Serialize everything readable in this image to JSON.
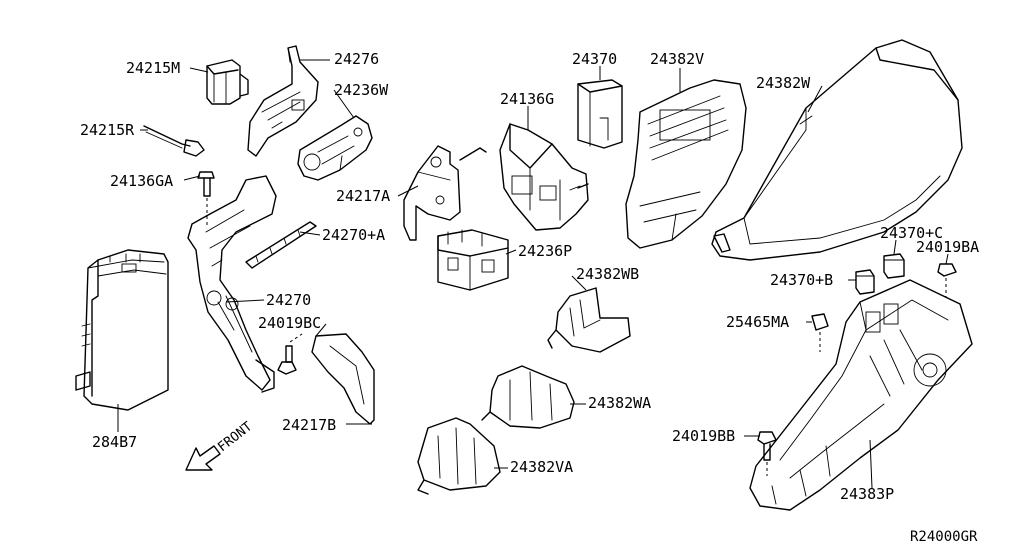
{
  "diagram": {
    "reference_code": "R24000GR",
    "direction_label": "FRONT",
    "callouts": [
      "24215M",
      "24276",
      "24236W",
      "24215R",
      "24136GA",
      "24270+A",
      "24270",
      "24019BC",
      "24217B",
      "284B7",
      "24136G",
      "24217A",
      "24236P",
      "24370",
      "24382V",
      "24382W",
      "24382WB",
      "24382WA",
      "24382VA",
      "24370+C",
      "24019BA",
      "24370+B",
      "25465MA",
      "24019BB",
      "24383P"
    ]
  }
}
